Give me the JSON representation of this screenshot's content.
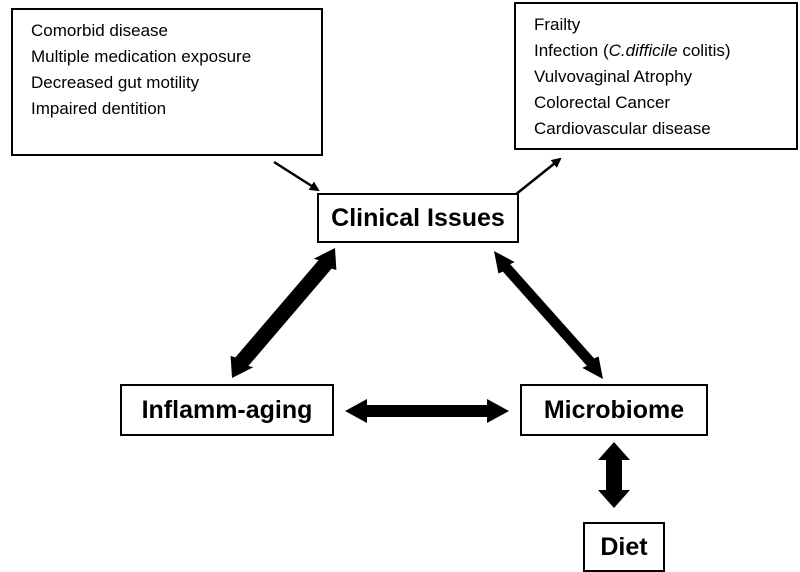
{
  "risk_factors": {
    "items": [
      {
        "text": "Comorbid disease"
      },
      {
        "text": "Multiple medication exposure"
      },
      {
        "text": "Decreased gut motility"
      },
      {
        "text": "Impaired dentition"
      }
    ]
  },
  "outcomes": {
    "items": [
      {
        "text": "Frailty"
      },
      {
        "text": "Infection (",
        "italic": "C.difficile",
        "after": " colitis)"
      },
      {
        "text": "Vulvovaginal Atrophy"
      },
      {
        "text": "Colorectal Cancer"
      },
      {
        "text": "Cardiovascular disease"
      }
    ]
  },
  "nodes": {
    "clinical_issues": "Clinical Issues",
    "inflamm_aging": "Inflamm-aging",
    "microbiome": "Microbiome",
    "diet": "Diet"
  }
}
